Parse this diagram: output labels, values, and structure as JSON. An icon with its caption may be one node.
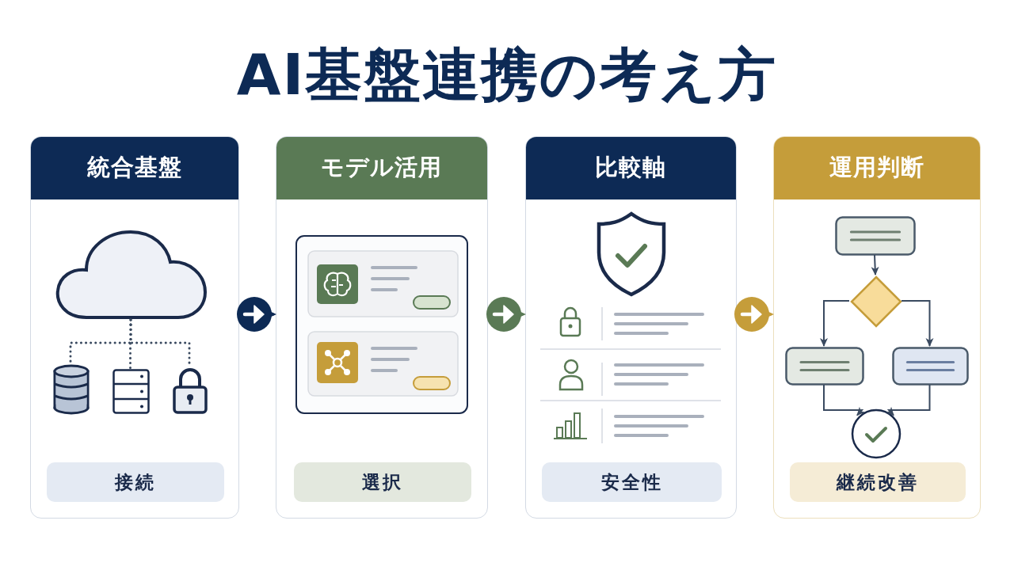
{
  "diagram": {
    "title": "AI基盤連携の考え方",
    "nodes": [
      {
        "text": [
          "統合基盤"
        ]
      },
      {
        "text": [
          "接続"
        ],
        "in": 0
      },
      {
        "text": [],
        "shape": "cloud",
        "in": 0
      },
      {
        "text": [],
        "shape": "cylinder",
        "in": 0
      },
      {
        "text": [],
        "shape": "box",
        "in": 0
      },
      {
        "text": [],
        "shape": "lock",
        "in": 0
      },
      {
        "text": [
          "モデル活用"
        ]
      },
      {
        "text": [
          "選択"
        ],
        "in": 6
      },
      {
        "text": [
          "比較軸"
        ]
      },
      {
        "text": [
          "安全性"
        ],
        "in": 8
      },
      {
        "text": [
          "運用判断"
        ]
      },
      {
        "text": [
          "継続改善"
        ],
        "in": 10
      },
      {
        "text": [],
        "shape": "box",
        "in": 10
      },
      {
        "text": [],
        "shape": "diamond",
        "in": 10
      },
      {
        "text": [],
        "shape": "box",
        "in": 10
      },
      {
        "text": [],
        "shape": "box",
        "in": 10
      },
      {
        "text": [],
        "shape": "circle",
        "in": 10
      }
    ],
    "edges": [
      {
        "from": 0,
        "to": 6,
        "arrow": "to",
        "style": "dashed",
        "color": "#0d2a55"
      },
      {
        "from": 6,
        "to": 8,
        "arrow": "to",
        "style": "dashed",
        "color": "#5a7a55"
      },
      {
        "from": 8,
        "to": 10,
        "arrow": "to",
        "style": "dashed",
        "color": "#c59d3a"
      },
      {
        "from": 2,
        "to": 3,
        "arrow": "none",
        "style": "dashed"
      },
      {
        "from": 2,
        "to": 4,
        "arrow": "none",
        "style": "dashed"
      },
      {
        "from": 2,
        "to": 5,
        "arrow": "none",
        "style": "dashed"
      },
      {
        "from": 12,
        "to": 13,
        "arrow": "to"
      },
      {
        "from": 13,
        "to": 14,
        "arrow": "to"
      },
      {
        "from": 13,
        "to": 15,
        "arrow": "to"
      },
      {
        "from": 14,
        "to": 16,
        "arrow": "to"
      },
      {
        "from": 15,
        "to": 16,
        "arrow": "to"
      }
    ]
  }
}
